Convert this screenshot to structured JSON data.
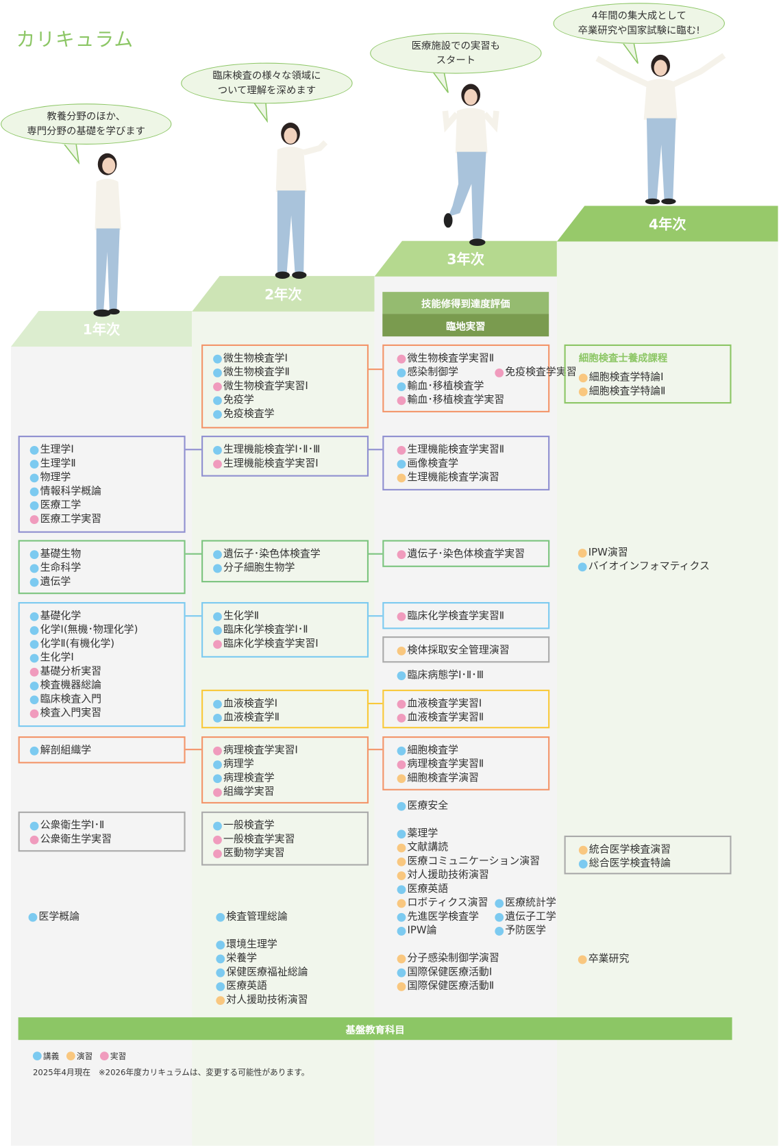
{
  "title": "カリキュラム",
  "colors": {
    "lecture": "#7ccaf0",
    "exercise": "#f9c77f",
    "practice": "#f09bbd",
    "accent": "#8cc665"
  },
  "legend": [
    {
      "type": "lecture",
      "label": "講義"
    },
    {
      "type": "exercise",
      "label": "演習"
    },
    {
      "type": "practice",
      "label": "実習"
    }
  ],
  "note": "2025年4月現在　※2026年度カリキュラムは、変更する可能性があります。",
  "bubbles": [
    {
      "line1": "教養分野のほか、",
      "line2": "専門分野の基礎を学びます"
    },
    {
      "line1": "臨床検査の様々な領域に",
      "line2": "ついて理解を深めます"
    },
    {
      "line1": "医療施設での実習も",
      "line2": "スタート"
    },
    {
      "line1": "4年間の集大成として",
      "line2": "卒業研究や国家試験に臨む!"
    }
  ],
  "years": [
    "1年次",
    "2年次",
    "3年次",
    "4年次"
  ],
  "y3_bars": {
    "skill": "技能修得到達度評価",
    "clinical": "臨地実習"
  },
  "foundation": "基盤教育科目",
  "y4_course_title": "細胞検査士養成課程",
  "boxes": {
    "y2_micro": [
      {
        "type": "lecture",
        "label": "微生物検査学Ⅰ"
      },
      {
        "type": "lecture",
        "label": "微生物検査学Ⅱ"
      },
      {
        "type": "practice",
        "label": "微生物検査学実習Ⅰ"
      },
      {
        "type": "lecture",
        "label": "免疫学"
      },
      {
        "type": "lecture",
        "label": "免疫検査学"
      }
    ],
    "y3_micro": [
      {
        "type": "practice",
        "label": "微生物検査学実習Ⅱ"
      },
      [
        {
          "type": "lecture",
          "label": "感染制御学"
        },
        {
          "type": "practice",
          "label": "免疫検査学実習"
        }
      ],
      {
        "type": "lecture",
        "label": "輸血･移植検査学"
      },
      {
        "type": "practice",
        "label": "輸血･移植検査学実習"
      }
    ],
    "y4_cyto": [
      {
        "type": "exercise",
        "label": "細胞検査学特論Ⅰ"
      },
      {
        "type": "exercise",
        "label": "細胞検査学特論Ⅱ"
      }
    ],
    "y1_phys": [
      {
        "type": "lecture",
        "label": "生理学Ⅰ"
      },
      {
        "type": "lecture",
        "label": "生理学Ⅱ"
      },
      {
        "type": "lecture",
        "label": "物理学"
      },
      {
        "type": "lecture",
        "label": "情報科学概論"
      },
      {
        "type": "lecture",
        "label": "医療工学"
      },
      {
        "type": "practice",
        "label": "医療工学実習"
      }
    ],
    "y2_phys": [
      {
        "type": "lecture",
        "label": "生理機能検査学Ⅰ･Ⅱ･Ⅲ"
      },
      {
        "type": "practice",
        "label": "生理機能検査学実習Ⅰ"
      }
    ],
    "y3_phys": [
      {
        "type": "practice",
        "label": "生理機能検査学実習Ⅱ"
      },
      {
        "type": "lecture",
        "label": "画像検査学"
      },
      {
        "type": "exercise",
        "label": "生理機能検査学演習"
      }
    ],
    "y1_bio": [
      {
        "type": "lecture",
        "label": "基礎生物"
      },
      {
        "type": "lecture",
        "label": "生命科学"
      },
      {
        "type": "lecture",
        "label": "遺伝学"
      }
    ],
    "y2_bio": [
      {
        "type": "lecture",
        "label": "遺伝子･染色体検査学"
      },
      {
        "type": "lecture",
        "label": "分子細胞生物学"
      }
    ],
    "y3_bio": [
      {
        "type": "practice",
        "label": "遺伝子･染色体検査学実習"
      }
    ],
    "y4_ipw": [
      {
        "type": "exercise",
        "label": "IPW演習"
      },
      {
        "type": "lecture",
        "label": "バイオインフォマティクス"
      }
    ],
    "y1_chem": [
      {
        "type": "lecture",
        "label": "基礎化学"
      },
      {
        "type": "lecture",
        "label": "化学Ⅰ(無機･物理化学)"
      },
      {
        "type": "lecture",
        "label": "化学Ⅱ(有機化学)"
      },
      {
        "type": "lecture",
        "label": "生化学Ⅰ"
      },
      {
        "type": "practice",
        "label": "基礎分析実習"
      },
      {
        "type": "lecture",
        "label": "検査機器総論"
      },
      {
        "type": "lecture",
        "label": "臨床検査入門"
      },
      {
        "type": "practice",
        "label": "検査入門実習"
      }
    ],
    "y2_chem": [
      {
        "type": "lecture",
        "label": "生化学Ⅱ"
      },
      {
        "type": "lecture",
        "label": "臨床化学検査学Ⅰ･Ⅱ"
      },
      {
        "type": "practice",
        "label": "臨床化学検査学実習Ⅰ"
      }
    ],
    "y3_chem": [
      {
        "type": "practice",
        "label": "臨床化学検査学実習Ⅱ"
      }
    ],
    "y3_sample": [
      {
        "type": "exercise",
        "label": "検体採取安全管理演習"
      }
    ],
    "y3_path": [
      {
        "type": "lecture",
        "label": "臨床病態学Ⅰ･Ⅱ･Ⅲ"
      }
    ],
    "y2_blood": [
      {
        "type": "lecture",
        "label": "血液検査学Ⅰ"
      },
      {
        "type": "lecture",
        "label": "血液検査学Ⅱ"
      }
    ],
    "y3_blood": [
      {
        "type": "practice",
        "label": "血液検査学実習Ⅰ"
      },
      {
        "type": "practice",
        "label": "血液検査学実習Ⅱ"
      }
    ],
    "y1_anat": [
      {
        "type": "lecture",
        "label": "解剖組織学"
      }
    ],
    "y2_anat": [
      {
        "type": "practice",
        "label": "病理検査学実習Ⅰ"
      },
      {
        "type": "lecture",
        "label": "病理学"
      },
      {
        "type": "lecture",
        "label": "病理検査学"
      },
      {
        "type": "practice",
        "label": "組織学実習"
      }
    ],
    "y3_anat": [
      {
        "type": "lecture",
        "label": "細胞検査学"
      },
      {
        "type": "practice",
        "label": "病理検査学実習Ⅱ"
      },
      {
        "type": "exercise",
        "label": "細胞検査学演習"
      }
    ],
    "y3_safety": [
      {
        "type": "lecture",
        "label": "医療安全"
      }
    ],
    "y1_public": [
      {
        "type": "lecture",
        "label": "公衆衛生学Ⅰ･Ⅱ"
      },
      {
        "type": "practice",
        "label": "公衆衛生学実習"
      }
    ],
    "y2_general": [
      {
        "type": "lecture",
        "label": "一般検査学"
      },
      {
        "type": "practice",
        "label": "一般検査学実習"
      },
      {
        "type": "practice",
        "label": "医動物学実習"
      }
    ],
    "y3_misc": [
      {
        "type": "lecture",
        "label": "薬理学"
      },
      {
        "type": "exercise",
        "label": "文献講読"
      },
      {
        "type": "exercise",
        "label": "医療コミュニケーション演習"
      },
      {
        "type": "exercise",
        "label": "対人援助技術演習"
      },
      {
        "type": "lecture",
        "label": "医療英語"
      },
      [
        {
          "type": "exercise",
          "label": "ロボティクス演習"
        },
        {
          "type": "lecture",
          "label": "医療統計学"
        }
      ],
      [
        {
          "type": "lecture",
          "label": "先進医学検査学"
        },
        {
          "type": "lecture",
          "label": "遺伝子工学"
        }
      ],
      [
        {
          "type": "lecture",
          "label": "IPW論"
        },
        {
          "type": "lecture",
          "label": "予防医学"
        }
      ]
    ],
    "y4_integrated": [
      {
        "type": "exercise",
        "label": "統合医学検査演習"
      },
      {
        "type": "lecture",
        "label": "総合医学検査特論"
      }
    ],
    "y1_intro": [
      {
        "type": "lecture",
        "label": "医学概論"
      }
    ],
    "y2_mgmt": [
      {
        "type": "lecture",
        "label": "検査管理総論"
      }
    ],
    "y2_misc": [
      {
        "type": "lecture",
        "label": "環境生理学"
      },
      {
        "type": "lecture",
        "label": "栄養学"
      },
      {
        "type": "lecture",
        "label": "保健医療福祉総論"
      },
      {
        "type": "lecture",
        "label": "医療英語"
      },
      {
        "type": "exercise",
        "label": "対人援助技術演習"
      }
    ],
    "y3_global": [
      {
        "type": "exercise",
        "label": "分子感染制御学演習"
      },
      {
        "type": "lecture",
        "label": "国際保健医療活動Ⅰ"
      },
      {
        "type": "exercise",
        "label": "国際保健医療活動Ⅱ"
      }
    ],
    "y4_thesis": [
      {
        "type": "exercise",
        "label": "卒業研究"
      }
    ]
  }
}
